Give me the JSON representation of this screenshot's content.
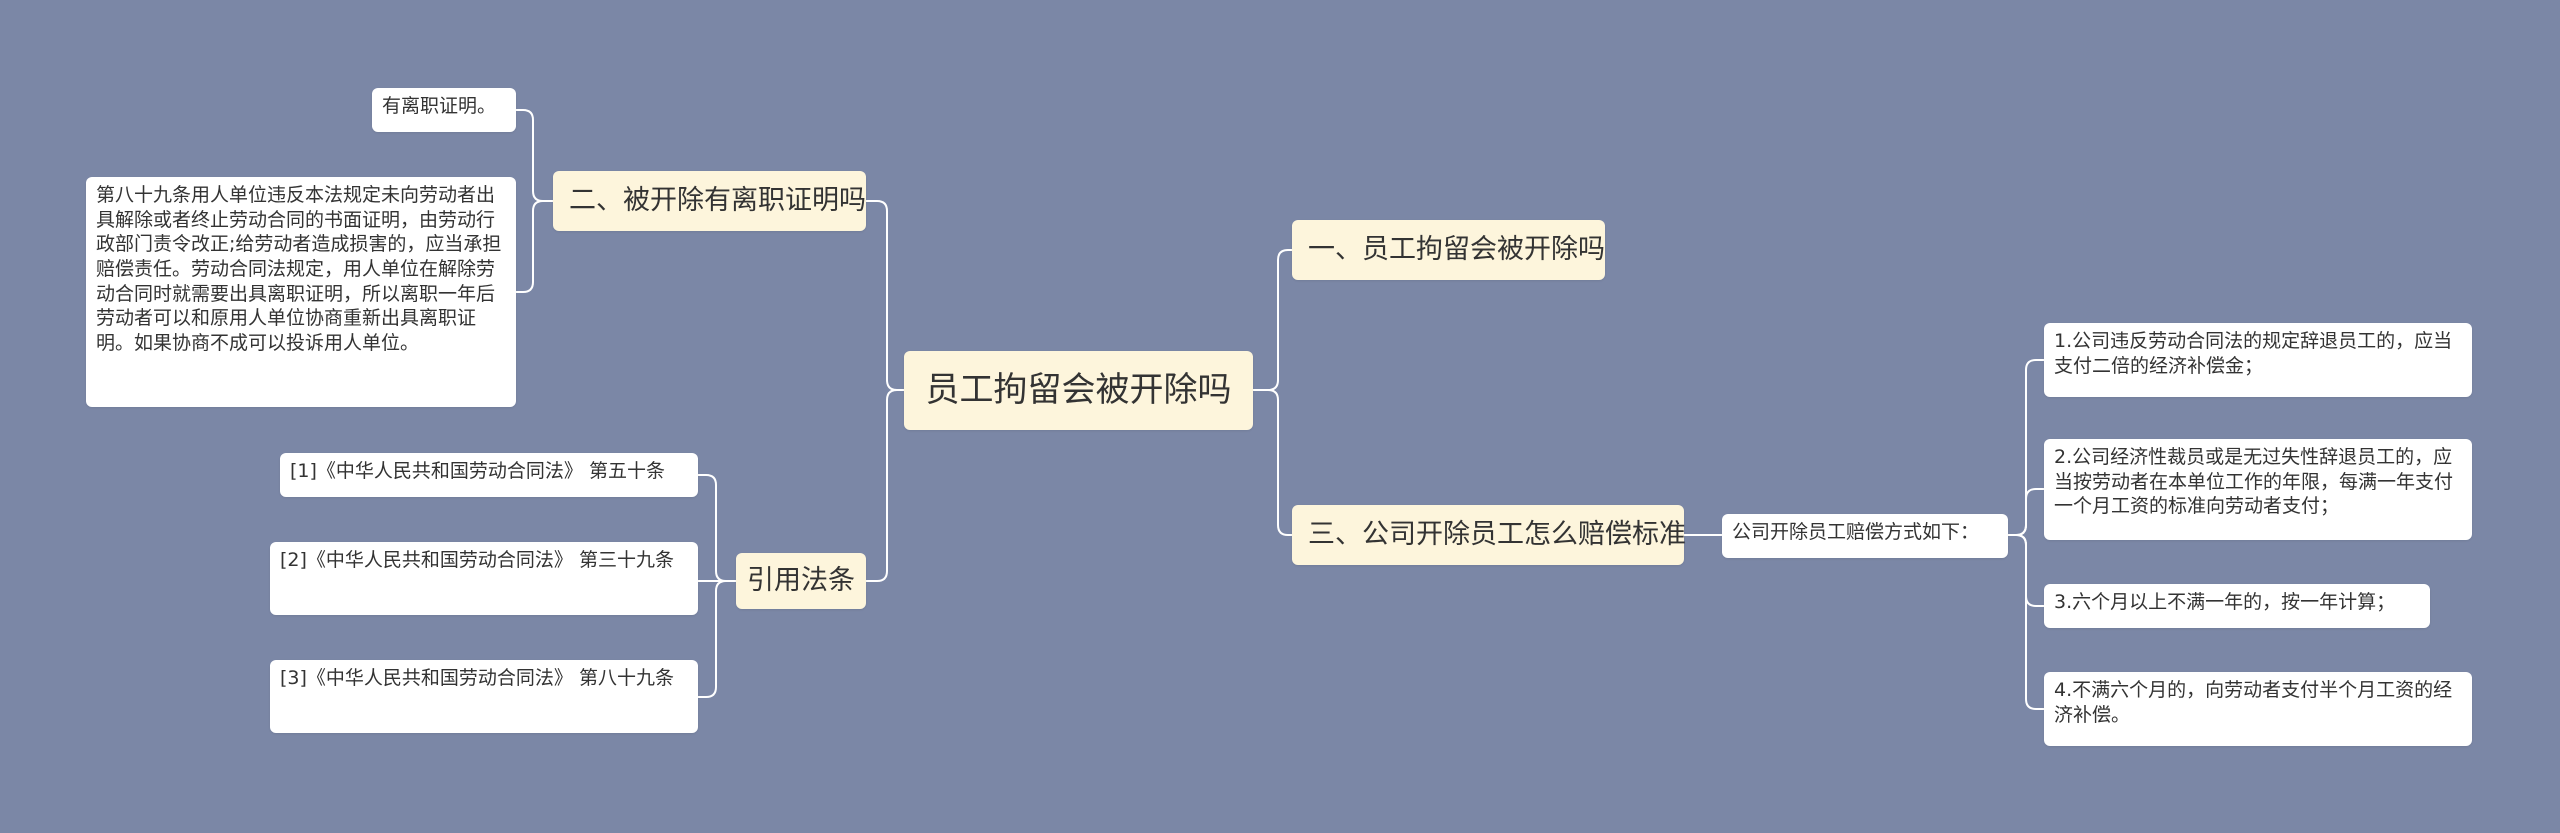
{
  "colors": {
    "background": "#7b87a6",
    "branch_fill": "#fdf5dc",
    "leaf_fill": "#ffffff",
    "connector": "#ffffff"
  },
  "root": {
    "label": "员工拘留会被开除吗"
  },
  "left": {
    "branch2": {
      "label": "二、被开除有离职证明吗",
      "leaf1": "有离职证明。",
      "leaf2": "第八十九条用人单位违反本法规定未向劳动者出具解除或者终止劳动合同的书面证明，由劳动行政部门责令改正;给劳动者造成损害的，应当承担赔偿责任。劳动合同法规定，用人单位在解除劳动合同时就需要出具离职证明，所以离职一年后劳动者可以和原用人单位协商重新出具离职证明。如果协商不成可以投诉用人单位。"
    },
    "laws": {
      "label": "引用法条",
      "items": [
        "[1]《中华人民共和国劳动合同法》 第五十条",
        "[2]《中华人民共和国劳动合同法》 第三十九条",
        "[3]《中华人民共和国劳动合同法》 第八十九条"
      ]
    }
  },
  "right": {
    "branch1": {
      "label": "一、员工拘留会被开除吗"
    },
    "branch3": {
      "label": "三、公司开除员工怎么赔偿标准",
      "sub": "公司开除员工赔偿方式如下：",
      "items": [
        "1.公司违反劳动合同法的规定辞退员工的，应当支付二倍的经济补偿金；",
        "2.公司经济性裁员或是无过失性辞退员工的，应当按劳动者在本单位工作的年限，每满一年支付一个月工资的标准向劳动者支付；",
        "3.六个月以上不满一年的，按一年计算；",
        "4.不满六个月的，向劳动者支付半个月工资的经济补偿。"
      ]
    }
  }
}
